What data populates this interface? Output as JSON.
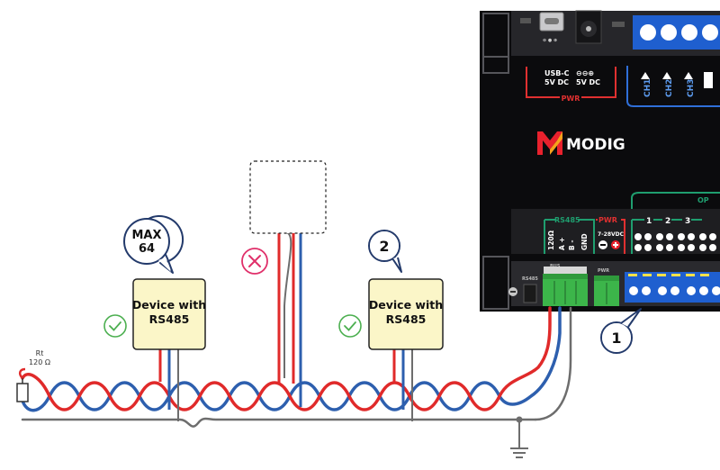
{
  "board": {
    "usbc_label": "USB-C",
    "usbc_voltage": "5V DC",
    "dc_polarity": "⊖⊖⊕",
    "dc_voltage": "5V DC",
    "pwr_group": "PWR",
    "channels": [
      "CH1",
      "CH2",
      "CH3"
    ],
    "brand": "MODIG",
    "rs485_group": "RS485",
    "rs485_pins": [
      "120Ω",
      "A +",
      "B -",
      "GND"
    ],
    "pwr_input_group": "PWR",
    "pwr_input_voltage": "7-28VDC",
    "output_numbers": [
      "1",
      "2",
      "3"
    ],
    "output_partial": "OP",
    "bottom_labels": [
      "RS485",
      "BUS",
      "PWR"
    ],
    "colors": {
      "pcb": "#0b0b0d",
      "pwr_outline": "#e03030",
      "rs485_green": "#1f9e6f",
      "terminal_blue": "#1f5fcf",
      "terminal_green": "#3cb54a",
      "brand_red": "#e8212d",
      "brand_orange": "#f6a21c"
    }
  },
  "devices": [
    {
      "label_line1": "Device with",
      "label_line2": "RS485",
      "status": "ok"
    },
    {
      "label_line1": "Device with",
      "label_line2": "RS485",
      "status": "ok"
    }
  ],
  "invalid_device": {
    "status": "error"
  },
  "bubbles": {
    "max_line1": "MAX",
    "max_line2": "64",
    "step2": "2",
    "step1": "1"
  },
  "terminator": {
    "label": "Rt",
    "value": "120 Ω"
  },
  "wire_colors": {
    "a": "#e02a2a",
    "b": "#2d5fae",
    "ground": "#6d6d6d"
  }
}
